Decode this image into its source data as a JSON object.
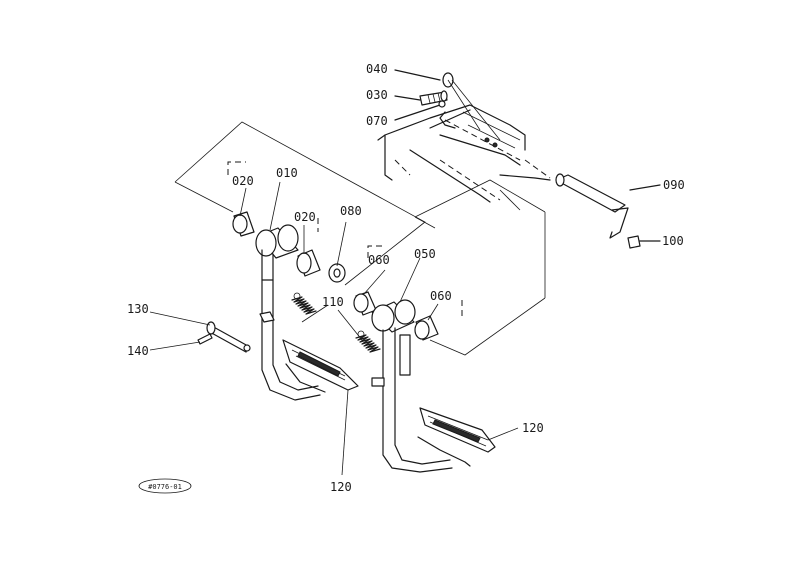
{
  "labels": {
    "p010": "010",
    "p020a": "020",
    "p020b": "020",
    "p030": "030",
    "p040": "040",
    "p050": "050",
    "p060a": "060",
    "p060b": "060",
    "p070": "070",
    "p080": "080",
    "p090": "090",
    "p100": "100",
    "p110": "110",
    "p120a": "120",
    "p120b": "120",
    "p130": "130",
    "p140": "140"
  },
  "reference_code": "#0776-01"
}
